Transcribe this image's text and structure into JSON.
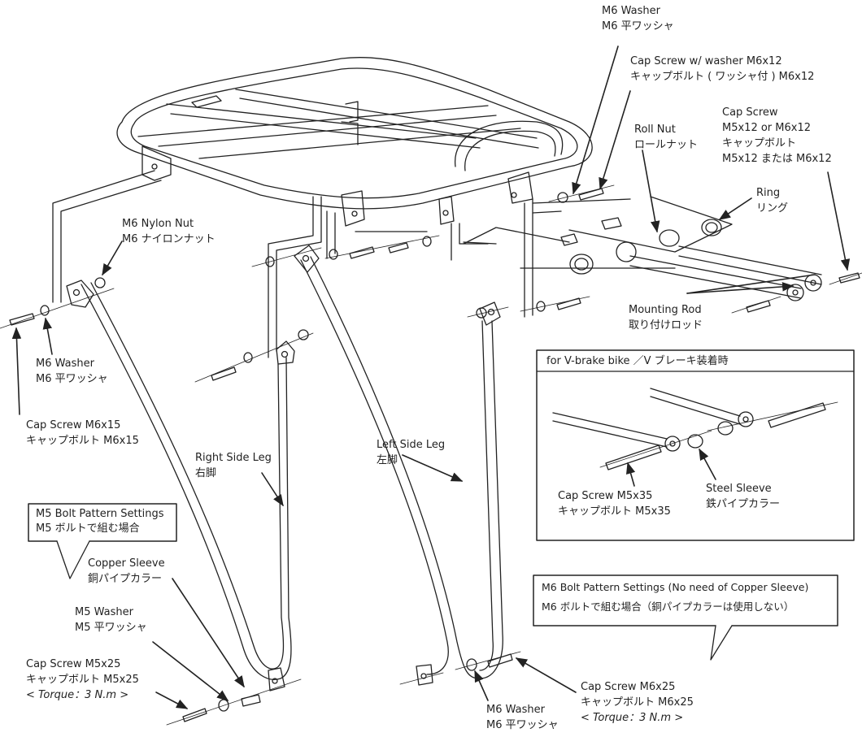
{
  "labels": {
    "m6_washer_top": {
      "en": "M6 Washer",
      "jp": "M6 平ワッシャ"
    },
    "cap_screw_washer": {
      "en": "Cap Screw w/ washer M6x12",
      "jp": "キャップボルト ( ワッシャ付 ) M6x12"
    },
    "roll_nut": {
      "en": "Roll Nut",
      "jp": "ロールナット"
    },
    "cap_screw_m5m6": {
      "en": "Cap Screw",
      "en2": "M5x12 or M6x12",
      "jp": "キャップボルト",
      "jp2": "M5x12 または M6x12"
    },
    "ring": {
      "en": "Ring",
      "jp": "リング"
    },
    "nylon_nut": {
      "en": "M6 Nylon Nut",
      "jp": "M6 ナイロンナット"
    },
    "mounting_rod": {
      "en": "Mounting Rod",
      "jp": "取り付けロッド"
    },
    "m6_washer_left": {
      "en": "M6 Washer",
      "jp": "M6 平ワッシャ"
    },
    "cap_screw_m6x15": {
      "en": "Cap Screw M6x15",
      "jp": "キャップボルト M6x15"
    },
    "right_leg": {
      "en": "Right Side Leg",
      "jp": "右脚"
    },
    "left_leg": {
      "en": "Left Side Leg",
      "jp": "左脚"
    },
    "copper_sleeve": {
      "en": "Copper Sleeve",
      "jp": "銅パイプカラー"
    },
    "m5_washer": {
      "en": "M5 Washer",
      "jp": "M5 平ワッシャ"
    },
    "cap_screw_m5x25": {
      "en": "Cap Screw M5x25",
      "jp": "キャップボルト M5x25",
      "torque": "< Torque：3 N.m >"
    },
    "m6_washer_bottom": {
      "en": "M6 Washer",
      "jp": "M6 平ワッシャ"
    },
    "cap_screw_m6x25": {
      "en": "Cap Screw M6x25",
      "jp": "キャップボルト M6x25",
      "torque": "< Torque：3 N.m >"
    },
    "cap_screw_m5x35": {
      "en": "Cap Screw M5x35",
      "jp": "キャップボルト M5x35"
    },
    "steel_sleeve": {
      "en": "Steel Sleeve",
      "jp": "鉄パイプカラー"
    }
  },
  "boxes": {
    "vbrake": {
      "title": "for V-brake bike ／V ブレーキ装着時"
    },
    "m5": {
      "line1": "M5 Bolt Pattern Settings",
      "line2": "M5 ボルトで組む場合"
    },
    "m6": {
      "line1": "M6 Bolt Pattern Settings (No need of Copper Sleeve)",
      "line2": "M6 ボルトで組む場合（銅パイプカラーは使用しない）"
    }
  }
}
